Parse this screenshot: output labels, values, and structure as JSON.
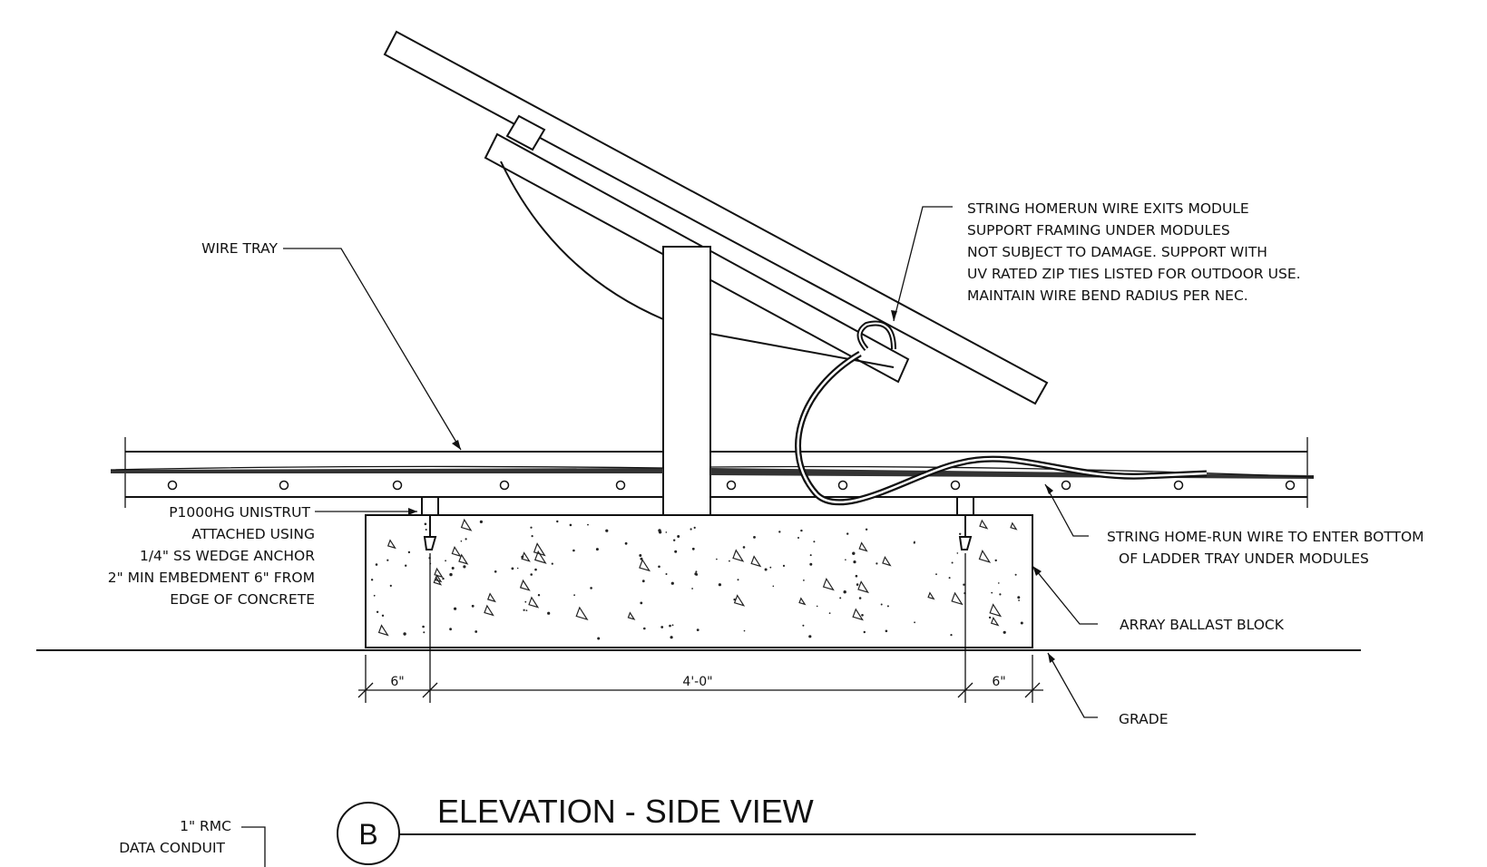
{
  "drawing": {
    "title": "ELEVATION - SIDE VIEW",
    "detail_marker": "B",
    "labels": {
      "wire_tray": "WIRE TRAY",
      "homerun_exit": [
        "STRING HOMERUN WIRE EXITS MODULE",
        "SUPPORT FRAMING UNDER MODULES",
        "NOT SUBJECT TO DAMAGE.  SUPPORT WITH",
        "UV RATED ZIP TIES LISTED FOR OUTDOOR USE.",
        "MAINTAIN WIRE BEND RADIUS PER NEC."
      ],
      "unistrut": [
        "P1000HG UNISTRUT",
        "ATTACHED USING",
        "1/4\" SS WEDGE ANCHOR",
        "2\" MIN EMBEDMENT 6\" FROM",
        "EDGE OF CONCRETE"
      ],
      "homerun_enter": [
        "STRING HOME-RUN WIRE TO ENTER BOTTOM",
        "OF LADDER TRAY UNDER MODULES"
      ],
      "ballast": "ARRAY BALLAST BLOCK",
      "grade": "GRADE",
      "conduit": [
        "1\" RMC",
        "DATA CONDUIT"
      ]
    },
    "dimensions": {
      "left_edge": "6\"",
      "center": "4'-0\"",
      "right_edge": "6\""
    }
  }
}
